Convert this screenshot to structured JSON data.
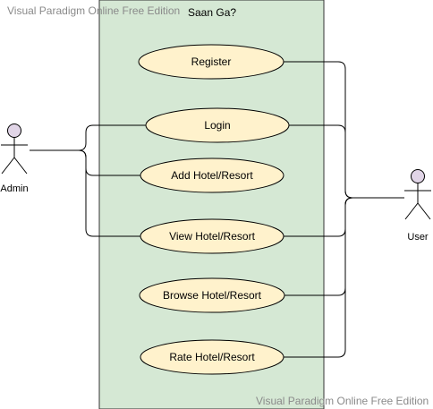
{
  "diagram": {
    "type": "use-case",
    "system": {
      "name": "Saan Ga?",
      "fill": "#d5e8d4",
      "stroke": "#333333"
    },
    "use_cases": [
      {
        "id": "register",
        "label": "Register"
      },
      {
        "id": "login",
        "label": "Login"
      },
      {
        "id": "add-hotel",
        "label": "Add Hotel/Resort"
      },
      {
        "id": "view-hotel",
        "label": "View Hotel/Resort"
      },
      {
        "id": "browse-hotel",
        "label": "Browse Hotel/Resort"
      },
      {
        "id": "rate-hotel",
        "label": "Rate Hotel/Resort"
      }
    ],
    "actors": [
      {
        "id": "admin",
        "label": "Admin",
        "fill": "#e1d5e7"
      },
      {
        "id": "user",
        "label": "User",
        "fill": "#e1d5e7"
      }
    ],
    "associations": [
      {
        "from": "admin",
        "to": "login"
      },
      {
        "from": "admin",
        "to": "add-hotel"
      },
      {
        "from": "admin",
        "to": "view-hotel"
      },
      {
        "from": "user",
        "to": "register"
      },
      {
        "from": "user",
        "to": "login"
      },
      {
        "from": "user",
        "to": "view-hotel"
      },
      {
        "from": "user",
        "to": "browse-hotel"
      },
      {
        "from": "user",
        "to": "rate-hotel"
      }
    ],
    "use_case_fill": "#fff2cc",
    "line_color": "#000000"
  },
  "watermark": {
    "top": "Visual Paradigm Online Free Edition",
    "bottom": "Visual Paradigm Online Free Edition"
  }
}
